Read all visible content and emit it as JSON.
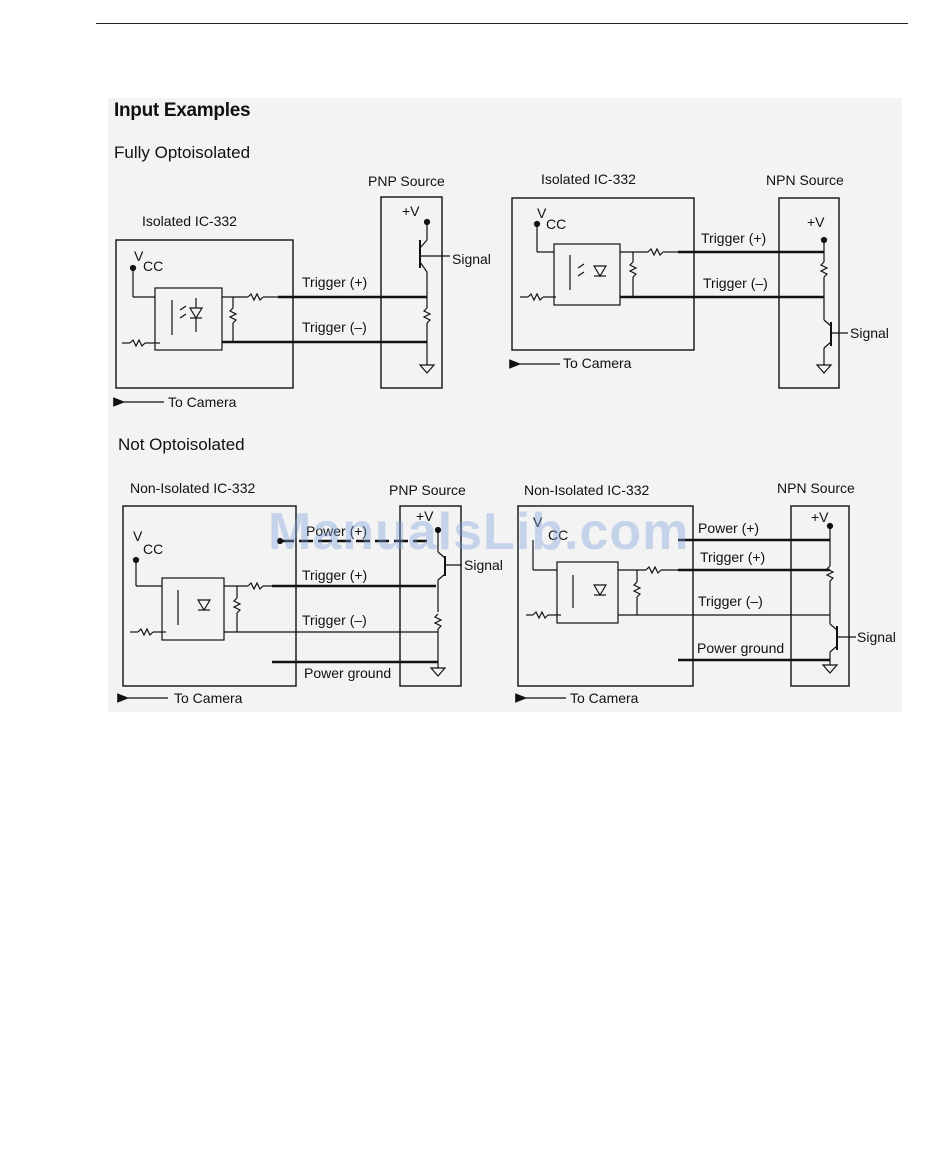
{
  "section": {
    "title": "Input Examples",
    "sub_fully": "Fully Optoisolated",
    "sub_not": "Not Optoisolated"
  },
  "labels": {
    "isolated": "Isolated IC-332",
    "non_isolated": "Non-Isolated IC-332",
    "pnp": "PNP Source",
    "npn": "NPN Source",
    "vcc_v": "V",
    "vcc_cc": "CC",
    "plus_v": "+V",
    "signal": "Signal",
    "trigger_plus": "Trigger (+)",
    "trigger_minus": "Trigger (–)",
    "power_plus": "Power (+)",
    "power_ground": "Power ground",
    "to_camera": "To Camera"
  },
  "watermark": "ManualsLib.com"
}
